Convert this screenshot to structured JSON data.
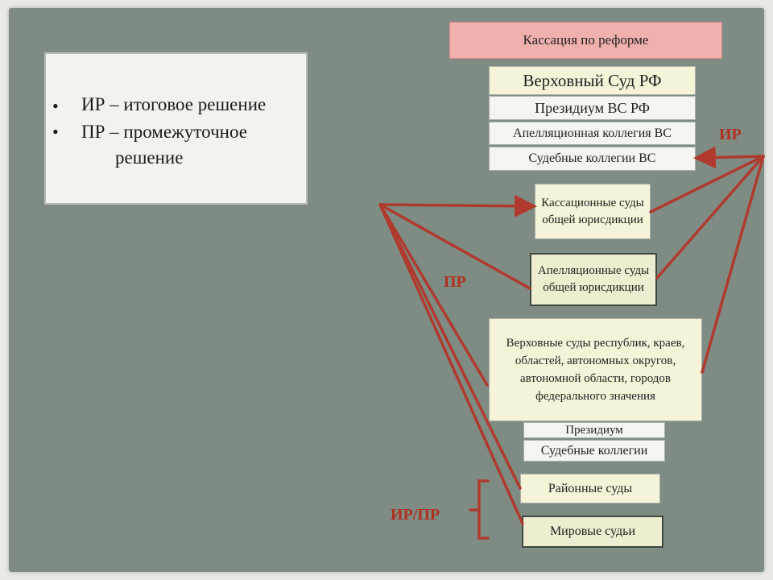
{
  "legend": {
    "items": [
      {
        "bullet": "•",
        "text": "ИР – итоговое решение"
      },
      {
        "bullet": "•",
        "text": "ПР – промежуточное"
      },
      {
        "bullet": "",
        "text": "решение"
      }
    ]
  },
  "header": {
    "title": "Кассация по реформе"
  },
  "courts": {
    "supreme": "Верховный Суд РФ",
    "presidium_vs": "Президиум ВС РФ",
    "appeal_board_vs": "Апелляционная коллегия ВС",
    "judicial_boards_vs": "Судебные коллегии ВС",
    "cassation_courts": "Кассационные суды общей юрисдикции",
    "appeal_courts": "Апелляционные суды общей юрисдикции",
    "regional_supreme": "Верховные суды республик, краев, областей, автономных округов, автономной области, городов федерального значения",
    "presidium": "Президиум",
    "judicial_boards": "Судебные коллегии",
    "district_courts": "Районные суды",
    "magistrates": "Мировые судьи"
  },
  "labels": {
    "ir": "ИР",
    "pr": "ПР",
    "ir_pr": "ИР/ПР"
  },
  "colors": {
    "arrow": "#b03a2e",
    "slide_bg": "#7e8c83",
    "header_bg": "#f0b0ad"
  }
}
